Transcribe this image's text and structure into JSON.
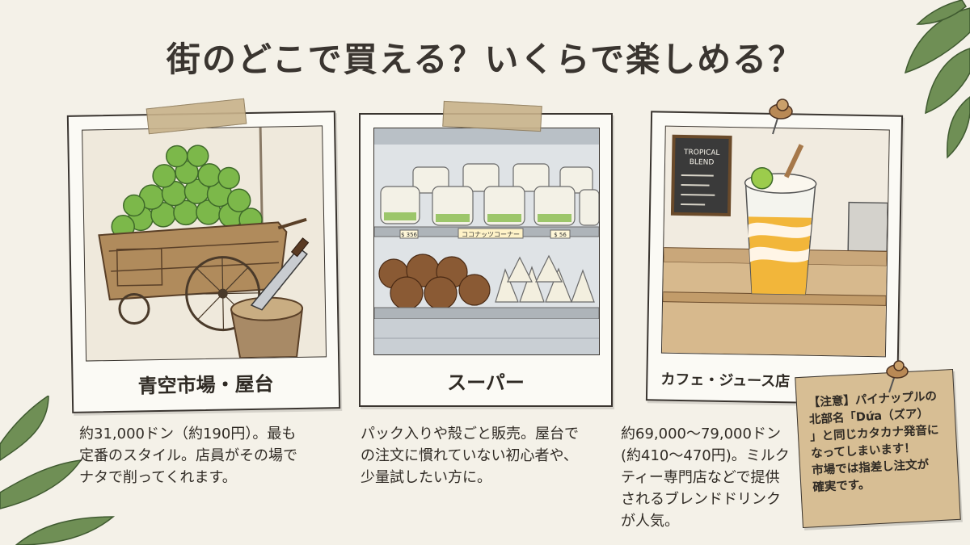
{
  "title": "街のどこで買える？いくらで楽しめる？",
  "cards": [
    {
      "caption": "青空市場・屋台",
      "description_lines": [
        "約31,000ドン（約190円）。最も",
        "定番のスタイル。店員がその場で",
        "ナタで削ってくれます。"
      ]
    },
    {
      "caption": "スーパー",
      "shelf_label": "ココナッツコーナー",
      "price_tag_left": "$ 356",
      "price_tag_right": "$ 56",
      "description_lines": [
        "パック入りや殻ごと販売。屋台で",
        "の注文に慣れていない初心者や、",
        "少量試したい方に。"
      ]
    },
    {
      "caption": "カフェ・ジュース店",
      "board_title_1": "TROPICAL",
      "board_title_2": "BLEND",
      "description_lines": [
        "約69,000〜79,000ドン",
        "(約410〜470円)。ミルク",
        "ティー専門店などで提供",
        "されるブレンドドリンク",
        "が人気。"
      ]
    }
  ],
  "note_lines": [
    "【注意】パイナップルの",
    "北部名「Dứa（ズア）",
    "」と同じカタカナ発音に",
    "なってしまいます！",
    "市場では指差し注文が",
    "確実です。"
  ],
  "colors": {
    "background": "#f4f1e8",
    "ink": "#2f2a24",
    "leaf": "#5f7f4a",
    "note": "#d7be94",
    "coconut_green": "#7cb84a"
  }
}
